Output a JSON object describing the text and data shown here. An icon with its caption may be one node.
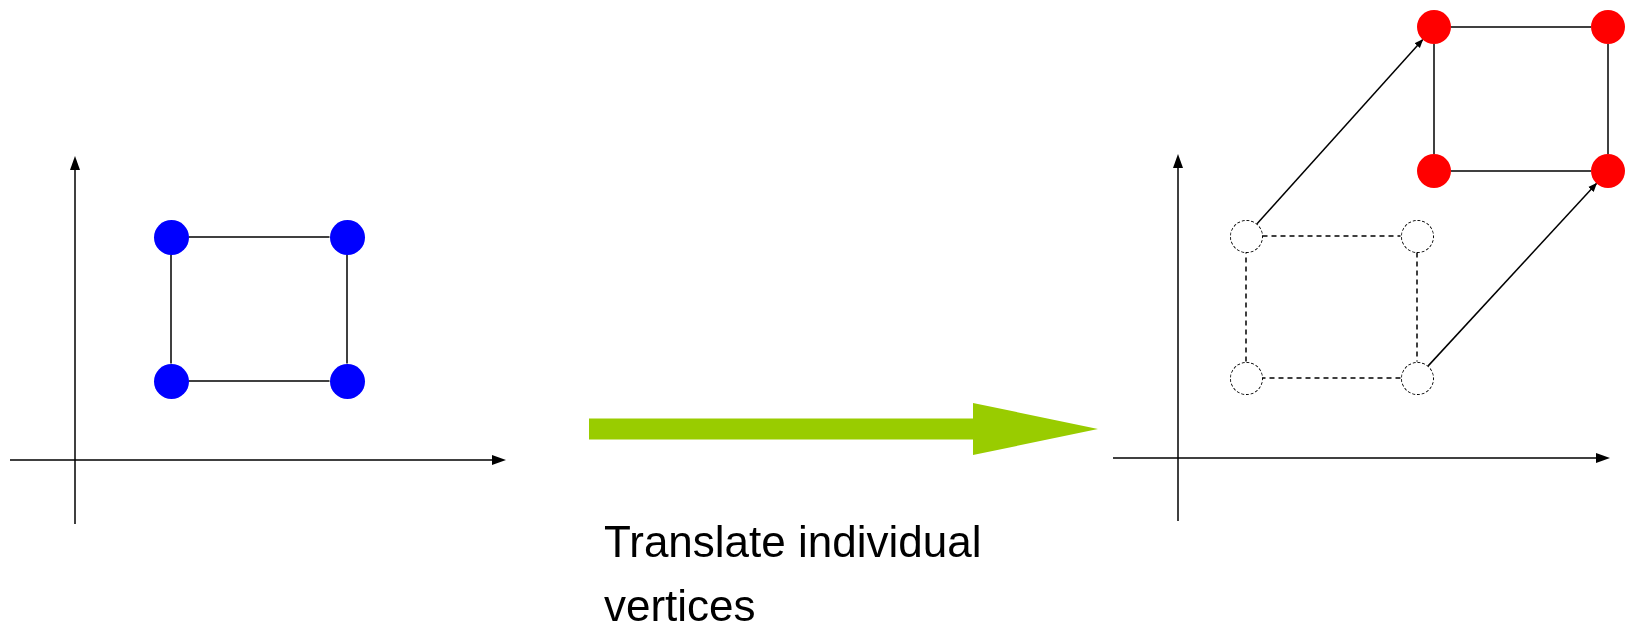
{
  "diagram": {
    "nodes": [
      {
        "text": [],
        "shape": "circle"
      },
      {
        "text": [],
        "shape": "circle"
      },
      {
        "text": [],
        "shape": "circle"
      },
      {
        "text": [],
        "shape": "circle"
      },
      {
        "text": [],
        "shape": "circle"
      },
      {
        "text": [],
        "shape": "circle"
      },
      {
        "text": [],
        "shape": "circle"
      },
      {
        "text": [],
        "shape": "circle"
      },
      {
        "text": [],
        "shape": "circle"
      },
      {
        "text": [],
        "shape": "circle"
      },
      {
        "text": [],
        "shape": "circle"
      },
      {
        "text": [],
        "shape": "circle"
      }
    ],
    "edges": [
      {
        "from": 0,
        "to": 1,
        "arrow": "none"
      },
      {
        "from": 1,
        "to": 3,
        "arrow": "none"
      },
      {
        "from": 3,
        "to": 2,
        "arrow": "none"
      },
      {
        "from": 2,
        "to": 0,
        "arrow": "none"
      },
      {
        "from": 4,
        "to": 5,
        "arrow": "none",
        "style": "dashed"
      },
      {
        "from": 5,
        "to": 7,
        "arrow": "none",
        "style": "dashed"
      },
      {
        "from": 7,
        "to": 6,
        "arrow": "none",
        "style": "dashed"
      },
      {
        "from": 6,
        "to": 4,
        "arrow": "none",
        "style": "dashed"
      },
      {
        "from": 8,
        "to": 9,
        "arrow": "none"
      },
      {
        "from": 9,
        "to": 11,
        "arrow": "none"
      },
      {
        "from": 11,
        "to": 10,
        "arrow": "none"
      },
      {
        "from": 10,
        "to": 8,
        "arrow": "none"
      },
      {
        "from": 4,
        "to": 8,
        "arrow": "to"
      },
      {
        "from": 7,
        "to": 11,
        "arrow": "to"
      }
    ],
    "labels": [
      "Translate individual vertices"
    ]
  }
}
